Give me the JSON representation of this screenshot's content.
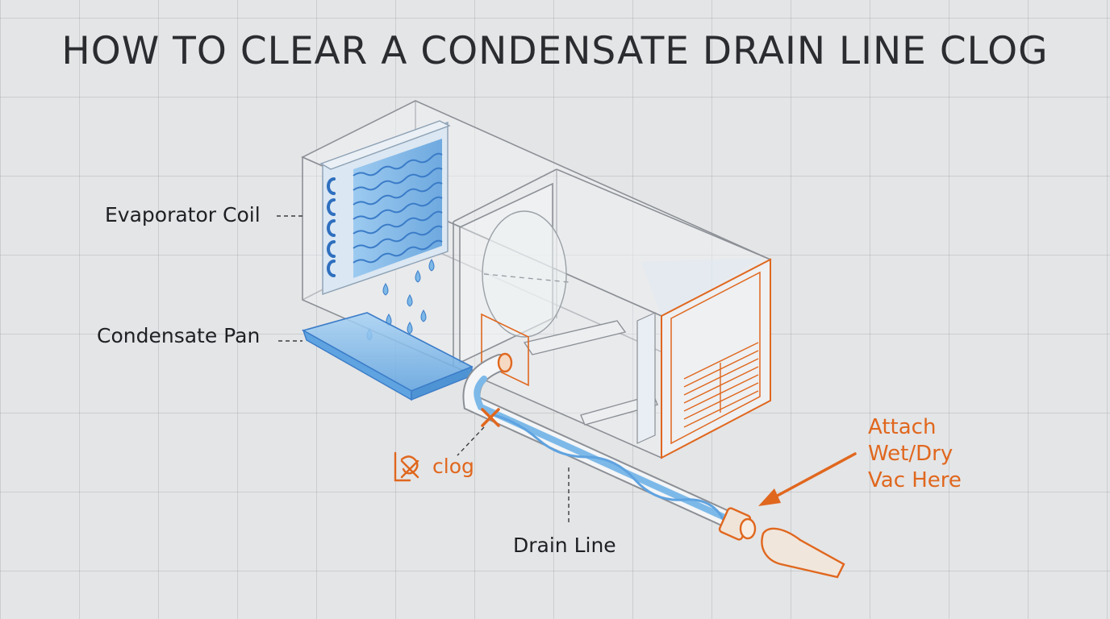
{
  "title": "HOW TO CLEAR A CONDENSATE DRAIN LINE CLOG",
  "labels": {
    "evaporator_coil": "Evaporator Coil",
    "condensate_pan": "Condensate Pan",
    "drain_line": "Drain Line",
    "clog": "clog",
    "vac_line1": "Attach",
    "vac_line2": "Wet/Dry",
    "vac_line3": "Vac Here"
  },
  "colors": {
    "accent_orange": "#e0671e",
    "water_blue": "#7db9e8",
    "outline_gray": "#8c9096",
    "background": "#e4e5e6"
  },
  "icons": [
    "clog-icon",
    "water-droplet-icon",
    "arrow-icon"
  ]
}
